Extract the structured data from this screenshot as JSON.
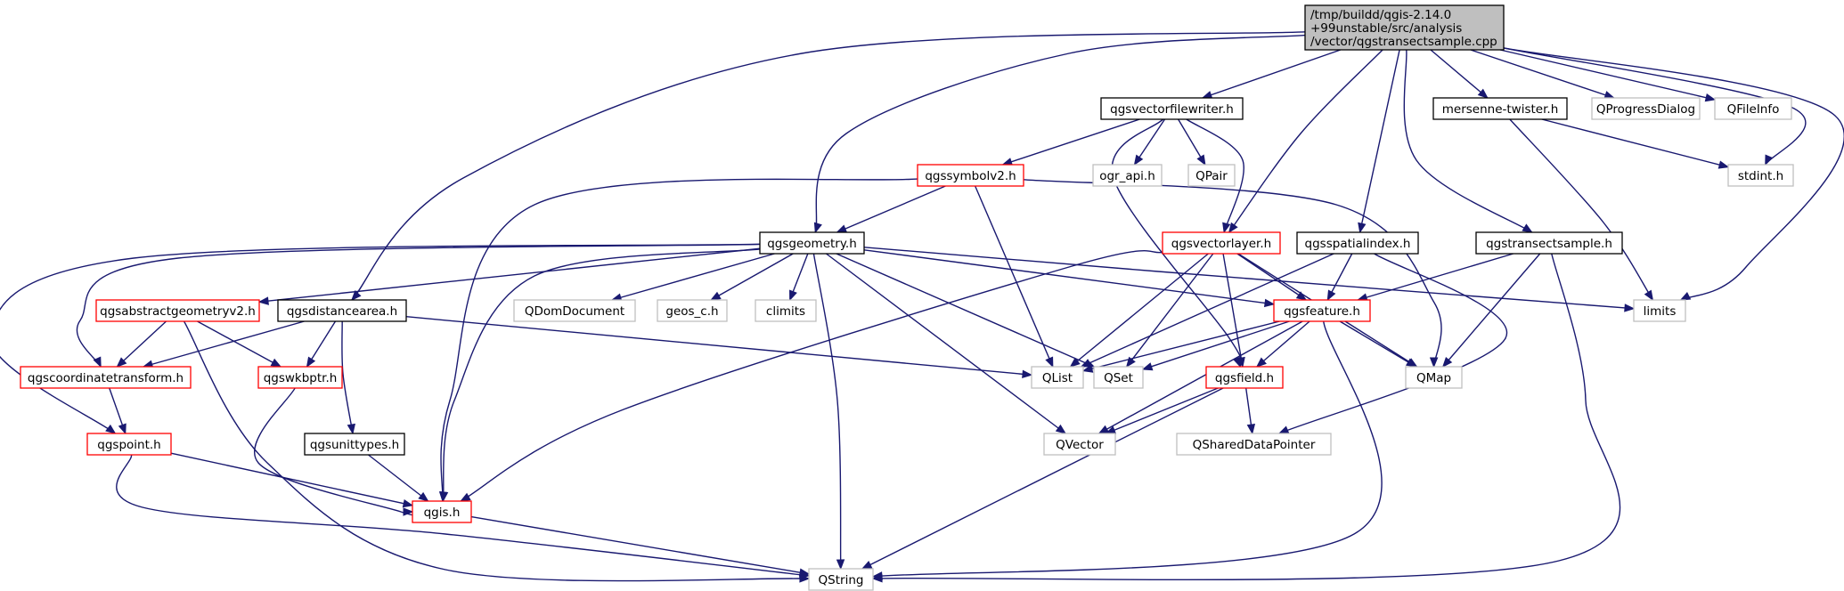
{
  "diagram": {
    "root_label_lines": [
      "/tmp/buildd/qgis-2.14.0",
      "+99unstable/src/analysis",
      "/vector/qgstransectsample.cpp"
    ],
    "nodes": [
      {
        "id": "root",
        "label": "/tmp/buildd/qgis-2.14.0 +99unstable/src/analysis /vector/qgstransectsample.cpp",
        "kind": "root"
      },
      {
        "id": "qgsvectorfilewriter",
        "label": "qgsvectorfilewriter.h",
        "kind": "documented"
      },
      {
        "id": "mersenne",
        "label": "mersenne-twister.h",
        "kind": "documented"
      },
      {
        "id": "qprogressdialog",
        "label": "QProgressDialog",
        "kind": "external"
      },
      {
        "id": "qfileinfo",
        "label": "QFileInfo",
        "kind": "external"
      },
      {
        "id": "stdint",
        "label": "stdint.h",
        "kind": "external"
      },
      {
        "id": "qgssymbolv2",
        "label": "qgssymbolv2.h",
        "kind": "incomplete"
      },
      {
        "id": "ograpi",
        "label": "ogr_api.h",
        "kind": "external"
      },
      {
        "id": "qpair",
        "label": "QPair",
        "kind": "external"
      },
      {
        "id": "qgsgeometry",
        "label": "qgsgeometry.h",
        "kind": "documented"
      },
      {
        "id": "qgsvectorlayer",
        "label": "qgsvectorlayer.h",
        "kind": "incomplete"
      },
      {
        "id": "qgsspatialindex",
        "label": "qgsspatialindex.h",
        "kind": "documented"
      },
      {
        "id": "qgstransectsample",
        "label": "qgstransectsample.h",
        "kind": "documented"
      },
      {
        "id": "qgsabstractgeometryv2",
        "label": "qgsabstractgeometryv2.h",
        "kind": "incomplete"
      },
      {
        "id": "qgsdistancearea",
        "label": "qgsdistancearea.h",
        "kind": "documented"
      },
      {
        "id": "qdomdocument",
        "label": "QDomDocument",
        "kind": "external"
      },
      {
        "id": "geosc",
        "label": "geos_c.h",
        "kind": "external"
      },
      {
        "id": "climits",
        "label": "climits",
        "kind": "external"
      },
      {
        "id": "qgsfeature",
        "label": "qgsfeature.h",
        "kind": "incomplete"
      },
      {
        "id": "limits",
        "label": "limits",
        "kind": "external"
      },
      {
        "id": "qgscoordinatetransform",
        "label": "qgscoordinatetransform.h",
        "kind": "incomplete"
      },
      {
        "id": "qgswkbptr",
        "label": "qgswkbptr.h",
        "kind": "incomplete"
      },
      {
        "id": "qlist",
        "label": "QList",
        "kind": "external"
      },
      {
        "id": "qset",
        "label": "QSet",
        "kind": "external"
      },
      {
        "id": "qgsfield",
        "label": "qgsfield.h",
        "kind": "incomplete"
      },
      {
        "id": "qmap",
        "label": "QMap",
        "kind": "external"
      },
      {
        "id": "qgspoint",
        "label": "qgspoint.h",
        "kind": "incomplete"
      },
      {
        "id": "qgsunittypes",
        "label": "qgsunittypes.h",
        "kind": "documented"
      },
      {
        "id": "qvector",
        "label": "QVector",
        "kind": "external"
      },
      {
        "id": "qshareddatapointer",
        "label": "QSharedDataPointer",
        "kind": "external"
      },
      {
        "id": "qgis",
        "label": "qgis.h",
        "kind": "incomplete"
      },
      {
        "id": "qstring",
        "label": "QString",
        "kind": "external"
      }
    ],
    "edges": [
      [
        "root",
        "qgsgeometry"
      ],
      [
        "root",
        "qgsdistancearea"
      ],
      [
        "root",
        "qgsvectorfilewriter"
      ],
      [
        "root",
        "qgsvectorlayer"
      ],
      [
        "root",
        "qgsspatialindex"
      ],
      [
        "root",
        "qgstransectsample"
      ],
      [
        "root",
        "mersenne"
      ],
      [
        "root",
        "qprogressdialog"
      ],
      [
        "root",
        "qfileinfo"
      ],
      [
        "root",
        "stdint"
      ],
      [
        "root",
        "limits"
      ],
      [
        "qgsvectorfilewriter",
        "qgssymbolv2"
      ],
      [
        "qgsvectorfilewriter",
        "ograpi"
      ],
      [
        "qgsvectorfilewriter",
        "qpair"
      ],
      [
        "qgsvectorfilewriter",
        "qgsvectorlayer"
      ],
      [
        "qgsvectorfilewriter",
        "qgsfield"
      ],
      [
        "mersenne",
        "stdint"
      ],
      [
        "mersenne",
        "limits"
      ],
      [
        "qgssymbolv2",
        "qgsgeometry"
      ],
      [
        "qgssymbolv2",
        "qgis"
      ],
      [
        "qgssymbolv2",
        "qlist"
      ],
      [
        "qgssymbolv2",
        "qmap"
      ],
      [
        "qgsgeometry",
        "qgsabstractgeometryv2"
      ],
      [
        "qgsgeometry",
        "qgscoordinatetransform"
      ],
      [
        "qgsgeometry",
        "qgspoint"
      ],
      [
        "qgsgeometry",
        "qdomdocument"
      ],
      [
        "qgsgeometry",
        "geosc"
      ],
      [
        "qgsgeometry",
        "climits"
      ],
      [
        "qgsgeometry",
        "qgsfeature"
      ],
      [
        "qgsgeometry",
        "limits"
      ],
      [
        "qgsgeometry",
        "qset"
      ],
      [
        "qgsgeometry",
        "qvector"
      ],
      [
        "qgsgeometry",
        "qstring"
      ],
      [
        "qgsgeometry",
        "qgis"
      ],
      [
        "qgsvectorlayer",
        "qgsfeature"
      ],
      [
        "qgsvectorlayer",
        "qlist"
      ],
      [
        "qgsvectorlayer",
        "qset"
      ],
      [
        "qgsvectorlayer",
        "qgsfield"
      ],
      [
        "qgsvectorlayer",
        "qmap"
      ],
      [
        "qgsvectorlayer",
        "qgis"
      ],
      [
        "qgsspatialindex",
        "qgsfeature"
      ],
      [
        "qgsspatialindex",
        "qlist"
      ],
      [
        "qgsspatialindex",
        "qshareddatapointer"
      ],
      [
        "qgstransectsample",
        "qgsfeature"
      ],
      [
        "qgstransectsample",
        "qmap"
      ],
      [
        "qgstransectsample",
        "qstring"
      ],
      [
        "qgsabstractgeometryv2",
        "qgscoordinatetransform"
      ],
      [
        "qgsabstractgeometryv2",
        "qgswkbptr"
      ],
      [
        "qgsabstractgeometryv2",
        "qstring"
      ],
      [
        "qgsdistancearea",
        "qgscoordinatetransform"
      ],
      [
        "qgsdistancearea",
        "qgswkbptr"
      ],
      [
        "qgsdistancearea",
        "qgsunittypes"
      ],
      [
        "qgsdistancearea",
        "qlist"
      ],
      [
        "qgsfeature",
        "qlist"
      ],
      [
        "qgsfeature",
        "qset"
      ],
      [
        "qgsfeature",
        "qgsfield"
      ],
      [
        "qgsfeature",
        "qmap"
      ],
      [
        "qgsfeature",
        "qvector"
      ],
      [
        "qgsfeature",
        "qstring"
      ],
      [
        "qgscoordinatetransform",
        "qgspoint"
      ],
      [
        "qgswkbptr",
        "qgis"
      ],
      [
        "qgsfield",
        "qvector"
      ],
      [
        "qgsfield",
        "qshareddatapointer"
      ],
      [
        "qgsfield",
        "qstring"
      ],
      [
        "qgspoint",
        "qgis"
      ],
      [
        "qgspoint",
        "qstring"
      ],
      [
        "qgsunittypes",
        "qgis"
      ],
      [
        "qgis",
        "qstring"
      ]
    ]
  }
}
